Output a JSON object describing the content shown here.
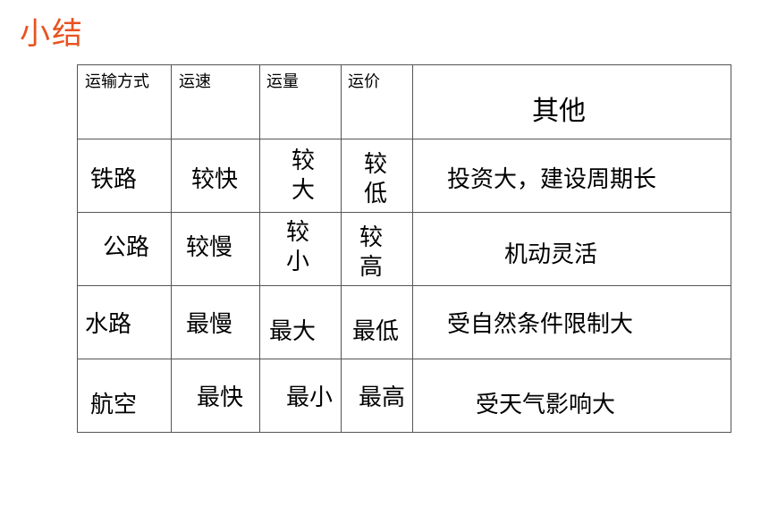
{
  "title": "小结",
  "headers": {
    "mode": "运输方式",
    "speed": "运速",
    "volume": "运量",
    "price": "运价",
    "other": "其他"
  },
  "rows": [
    {
      "mode": "铁路",
      "speed": "较快",
      "volume": [
        "较",
        "大"
      ],
      "price": [
        "较",
        "低"
      ],
      "other": "投资大，建设周期长"
    },
    {
      "mode": "公路",
      "speed": "较慢",
      "volume": [
        "较",
        "小"
      ],
      "price": [
        "较",
        "高"
      ],
      "other": "机动灵活"
    },
    {
      "mode": "水路",
      "speed": "最慢",
      "volume": "最大",
      "price": "最低",
      "other": "受自然条件限制大"
    },
    {
      "mode": "航空",
      "speed": "最快",
      "volume": "最小",
      "price": "最高",
      "other": "受天气影响大"
    }
  ]
}
